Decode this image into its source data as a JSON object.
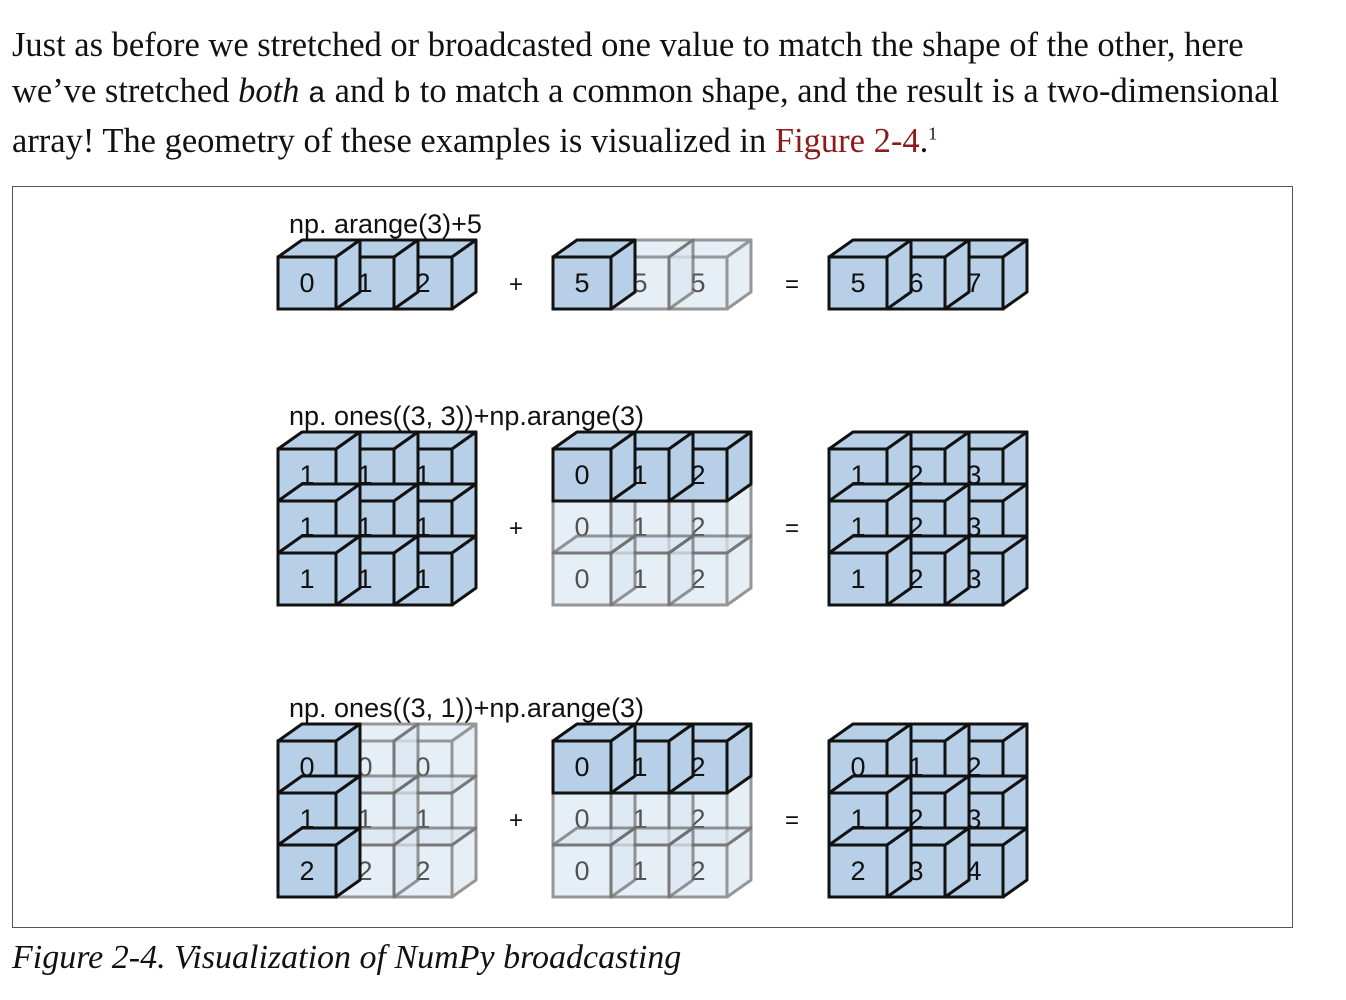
{
  "paragraph": {
    "t1": "Just as before we stretched or broadcasted one value to match the shape of the other, here we’ve stretched ",
    "t2": "both",
    "t3": " ",
    "t4": "a",
    "t5": " and ",
    "t6": "b",
    "t7": " to match a common shape, and the result is a two-dimensional array! The geometry of these examples is visualized in ",
    "xref": "Figure 2-4",
    "t8": ".",
    "footnote": "1"
  },
  "figure": {
    "colors": {
      "cube_fill": "#b7cfe7",
      "cube_edge": "#111111",
      "ghost_fill": "#dde8f3",
      "ghost_edge": "#6e6e6e"
    },
    "rows": [
      {
        "expression": "np. arange(3)+5",
        "plus": "+",
        "equals": "=",
        "a": {
          "values": [
            [
              "0",
              "1",
              "2"
            ]
          ],
          "ghost": [
            [
              false,
              false,
              false
            ]
          ]
        },
        "b": {
          "values": [
            [
              "5",
              "5",
              "5"
            ]
          ],
          "ghost": [
            [
              false,
              true,
              true
            ]
          ]
        },
        "result": {
          "values": [
            [
              "5",
              "6",
              "7"
            ]
          ]
        }
      },
      {
        "expression": "np. ones((3, 3))+np.arange(3)",
        "plus": "+",
        "equals": "=",
        "a": {
          "values": [
            [
              "1",
              "1",
              "1"
            ],
            [
              "1",
              "1",
              "1"
            ],
            [
              "1",
              "1",
              "1"
            ]
          ],
          "ghost": [
            [
              false,
              false,
              false
            ],
            [
              false,
              false,
              false
            ],
            [
              false,
              false,
              false
            ]
          ]
        },
        "b": {
          "values": [
            [
              "0",
              "1",
              "2"
            ],
            [
              "0",
              "1",
              "2"
            ],
            [
              "0",
              "1",
              "2"
            ]
          ],
          "ghost": [
            [
              false,
              false,
              false
            ],
            [
              true,
              true,
              true
            ],
            [
              true,
              true,
              true
            ]
          ]
        },
        "result": {
          "values": [
            [
              "1",
              "2",
              "3"
            ],
            [
              "1",
              "2",
              "3"
            ],
            [
              "1",
              "2",
              "3"
            ]
          ]
        }
      },
      {
        "expression": "np. ones((3, 1))+np.arange(3)",
        "plus": "+",
        "equals": "=",
        "a": {
          "values": [
            [
              "0",
              "0",
              "0"
            ],
            [
              "1",
              "1",
              "1"
            ],
            [
              "2",
              "2",
              "2"
            ]
          ],
          "ghost": [
            [
              false,
              true,
              true
            ],
            [
              false,
              true,
              true
            ],
            [
              false,
              true,
              true
            ]
          ]
        },
        "b": {
          "values": [
            [
              "0",
              "1",
              "2"
            ],
            [
              "0",
              "1",
              "2"
            ],
            [
              "0",
              "1",
              "2"
            ]
          ],
          "ghost": [
            [
              false,
              false,
              false
            ],
            [
              true,
              true,
              true
            ],
            [
              true,
              true,
              true
            ]
          ]
        },
        "result": {
          "values": [
            [
              "0",
              "1",
              "2"
            ],
            [
              "1",
              "2",
              "3"
            ],
            [
              "2",
              "3",
              "4"
            ]
          ]
        }
      }
    ]
  },
  "caption": "Figure 2-4. Visualization of NumPy broadcasting"
}
